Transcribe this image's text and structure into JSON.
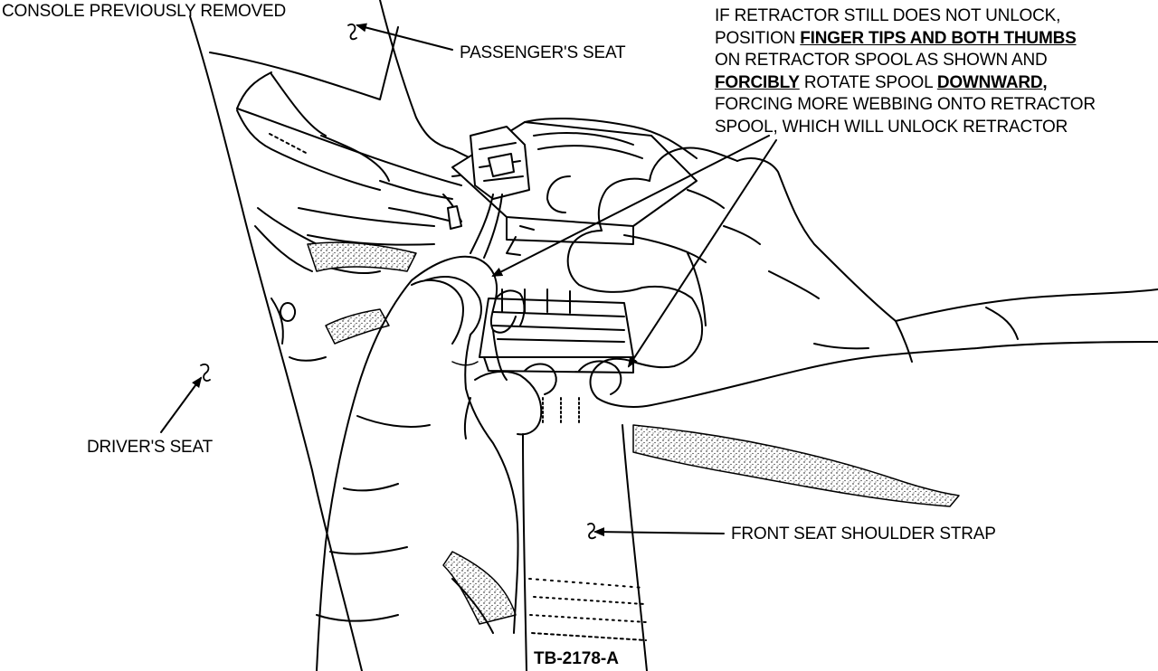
{
  "labels": {
    "console": "CONSOLE PREVIOUSLY REMOVED",
    "passenger_seat": "PASSENGER'S SEAT",
    "drivers_seat": "DRIVER'S SEAT",
    "shoulder_strap": "FRONT SEAT SHOULDER STRAP",
    "figure_id": "TB-2178-A"
  },
  "callout": {
    "l1": "IF RETRACTOR STILL DOES NOT UNLOCK,",
    "l2_pre": "POSITION ",
    "l2_em": "FINGER TIPS AND BOTH THUMBS",
    "l3": "ON RETRACTOR SPOOL AS SHOWN AND",
    "l4_em1": "FORCIBLY",
    "l4_mid": " ROTATE SPOOL ",
    "l4_em2": "DOWNWARD,",
    "l5": "FORCING MORE WEBBING ONTO RETRACTOR",
    "l6": "SPOOL, WHICH WILL UNLOCK RETRACTOR"
  }
}
